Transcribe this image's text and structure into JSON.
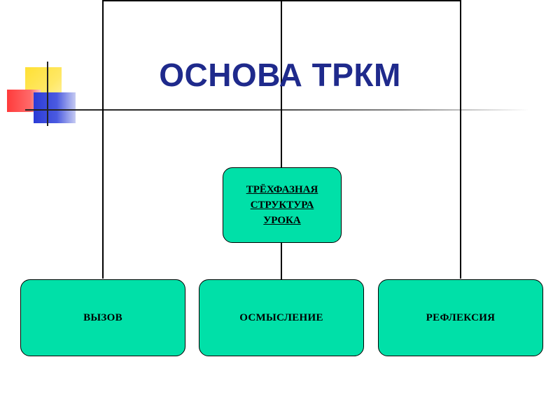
{
  "title": "ОСНОВА ТРКМ",
  "center_box": {
    "lines": [
      "ТРЁХФАЗНАЯ",
      "СТРУКТУРА",
      "УРОКА"
    ]
  },
  "phases": [
    {
      "label": "ВЫЗОВ"
    },
    {
      "label": "ОСМЫСЛЕНИЕ"
    },
    {
      "label": "РЕФЛЕКСИЯ"
    }
  ],
  "colors": {
    "box_fill": "#00e0a8",
    "title": "#1f2a8c"
  }
}
